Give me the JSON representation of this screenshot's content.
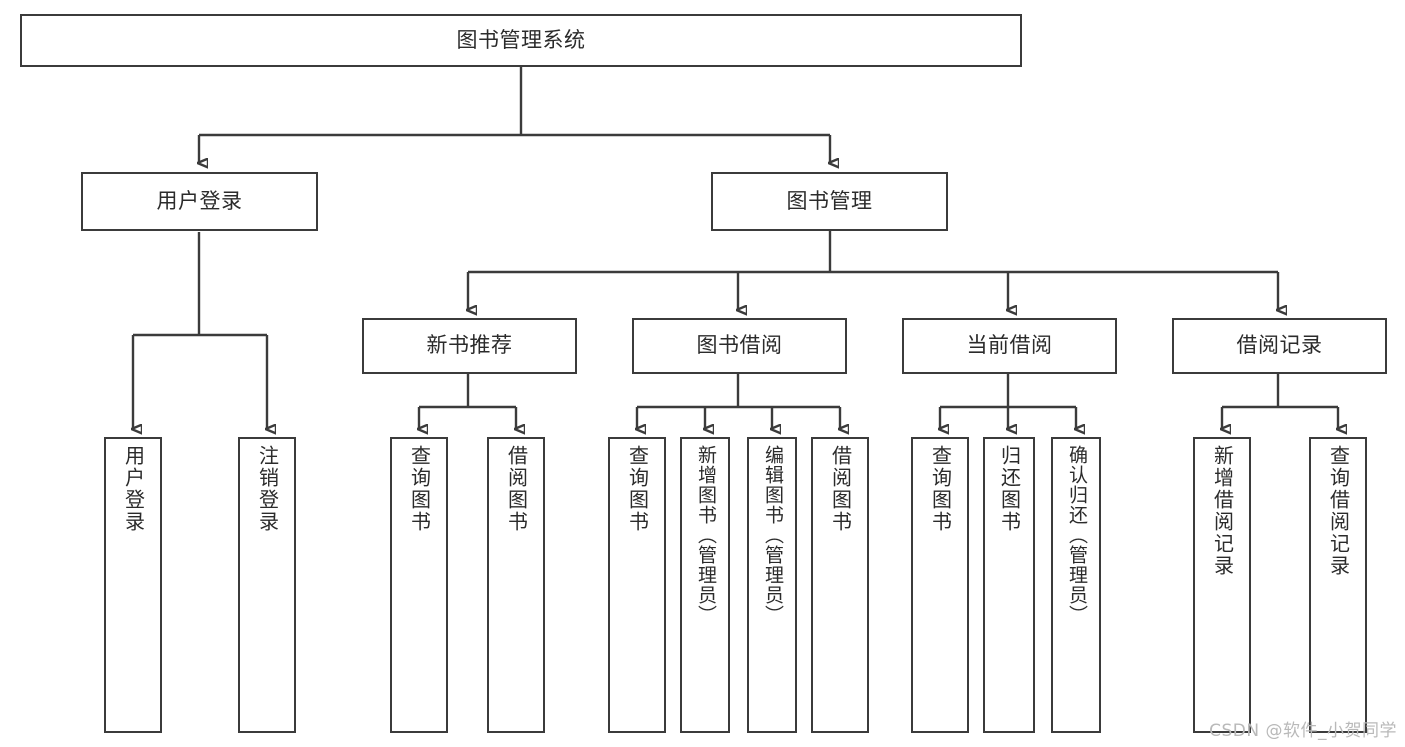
{
  "diagram": {
    "title": "图书管理系统",
    "type": "tree",
    "watermark": "CSDN @软件_小贺同学",
    "colors": {
      "stroke": "#3b3b3b",
      "box_fill": "#ffffff",
      "text": "#2b2b2b",
      "watermark": "#b9b9b9",
      "background": "#ffffff"
    },
    "nodes": {
      "root": {
        "label": "图书管理系统"
      },
      "level2": [
        {
          "label": "用户登录"
        },
        {
          "label": "图书管理"
        }
      ],
      "level3": [
        {
          "label": "新书推荐"
        },
        {
          "label": "图书借阅"
        },
        {
          "label": "当前借阅"
        },
        {
          "label": "借阅记录"
        }
      ],
      "leaves": {
        "user_login": [
          {
            "label": "用户登录"
          },
          {
            "label": "注销登录"
          }
        ],
        "new_book_recommend": [
          {
            "label": "查询图书"
          },
          {
            "label": "借阅图书"
          }
        ],
        "book_borrow": [
          {
            "label": "查询图书"
          },
          {
            "label": "新增图书（管理员）"
          },
          {
            "label": "编辑图书（管理员）"
          },
          {
            "label": "借阅图书"
          }
        ],
        "current_borrow": [
          {
            "label": "查询图书"
          },
          {
            "label": "归还图书"
          },
          {
            "label": "确认归还（管理员）"
          }
        ],
        "borrow_record": [
          {
            "label": "新增借阅记录"
          },
          {
            "label": "查询借阅记录"
          }
        ]
      }
    }
  }
}
